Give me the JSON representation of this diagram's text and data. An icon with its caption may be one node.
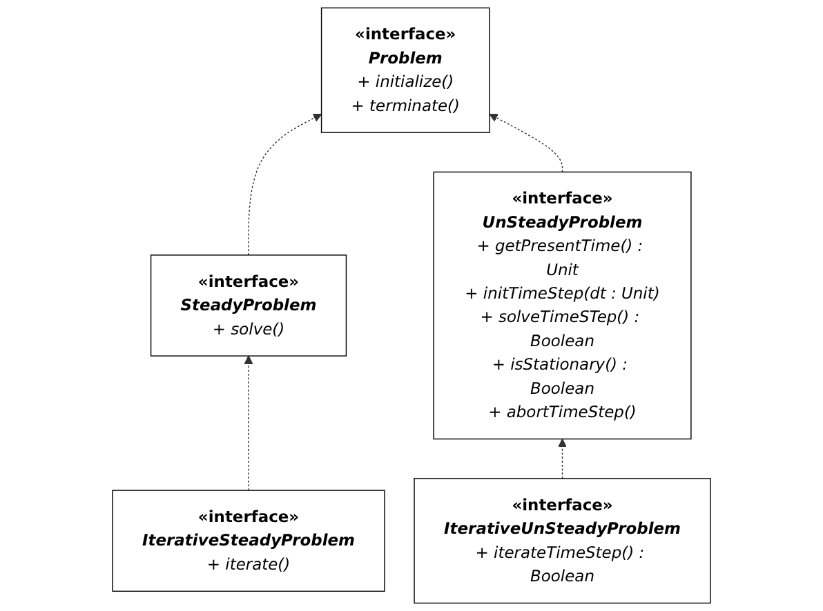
{
  "diagram": {
    "nodes": [
      {
        "text": [
          "«interface»",
          "Problem",
          "+ initialize()",
          "+ terminate()"
        ]
      },
      {
        "text": [
          "«interface»",
          "SteadyProblem",
          "+ solve()"
        ]
      },
      {
        "text": [
          "«interface»",
          "UnSteadyProblem",
          "+ getPresentTime() : Unit",
          "+ initTimeStep(dt : Unit)",
          "+ solveTimeSTep() : Boolean",
          "+ isStationary() : Boolean",
          "+ abortTimeStep()"
        ]
      },
      {
        "text": [
          "«interface»",
          "IterativeSteadyProblem",
          "+ iterate()"
        ]
      },
      {
        "text": [
          "«interface»",
          "IterativeUnSteadyProblem",
          "+ iterateTimeStep() : Boolean"
        ]
      }
    ],
    "edges": [
      {
        "from": 1,
        "to": 0,
        "arrow": "to",
        "style": "dashed"
      },
      {
        "from": 2,
        "to": 0,
        "arrow": "to",
        "style": "dashed"
      },
      {
        "from": 3,
        "to": 1,
        "arrow": "to",
        "style": "dashed"
      },
      {
        "from": 4,
        "to": 2,
        "arrow": "to",
        "style": "dashed"
      }
    ]
  }
}
